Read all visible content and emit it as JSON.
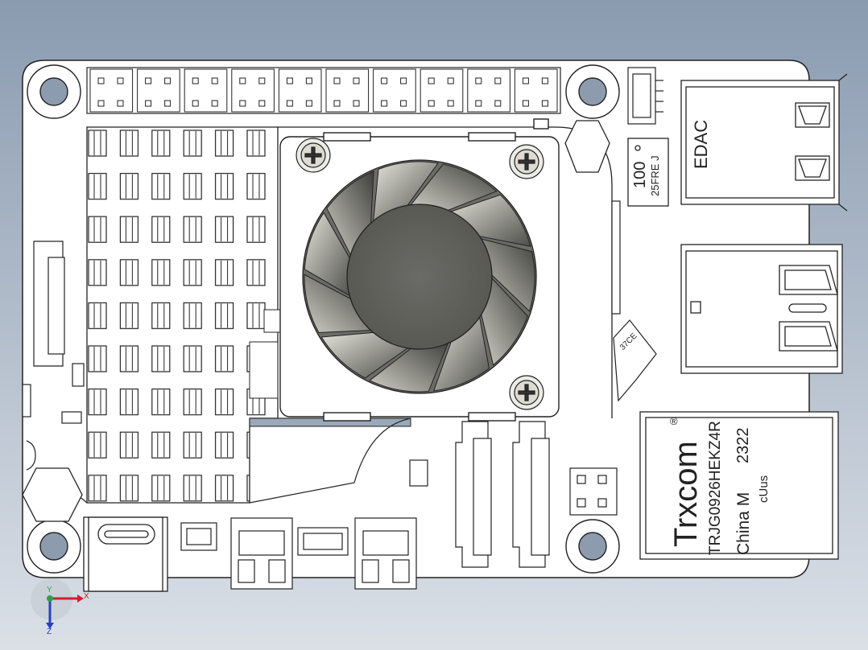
{
  "colors": {
    "background_top": "#8a9bb0",
    "background_bottom": "#d9dee6",
    "board_fill": "#ffffff",
    "line": "#222222",
    "fan_dark": "#5c5d58",
    "fan_light": "#d7d7cf",
    "axis_x": "#d0202a",
    "axis_y": "#2aa04a",
    "axis_z": "#2a3fc0"
  },
  "labels": {
    "usb_label": "EDAC",
    "crystal_top": "100",
    "crystal_bottom": "25FRE J",
    "ethernet_brand": "Trxcom",
    "ethernet_registered": "®",
    "ethernet_part": "TRJG0926HEKZ4R",
    "ethernet_origin": "China M",
    "ethernet_date": "2322",
    "ethernet_cert": "cUus",
    "chip_mark": "37CE"
  },
  "axes": {
    "x_label": "X",
    "y_label": "Y",
    "z_label": "Z"
  },
  "icons": {
    "triad": "axis-triad-icon",
    "screw": "phillips-screw-icon",
    "fan": "fan-icon"
  }
}
